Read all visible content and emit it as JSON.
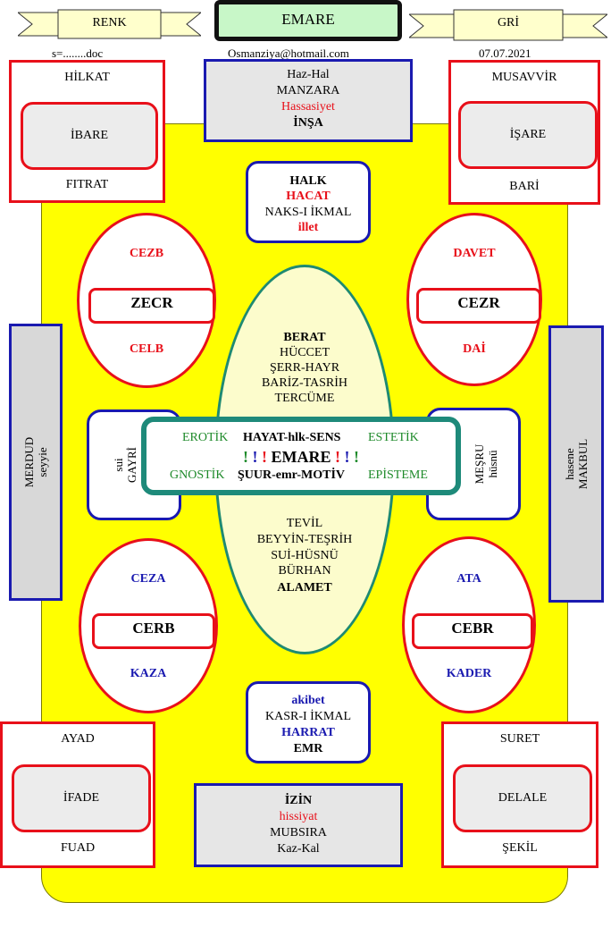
{
  "header": {
    "left_banner": "RENK",
    "center": "EMARE",
    "right_banner": "GRİ",
    "file": "s=........doc",
    "email": "Osmanziya@hotmail.com",
    "date": "07.07.2021"
  },
  "top_left": {
    "top": "HİLKAT",
    "inner": "İBARE",
    "bottom": "FITRAT"
  },
  "top_right": {
    "top": "MUSAVVİR",
    "inner": "İŞARE",
    "bottom": "BARİ"
  },
  "bottom_left": {
    "top": "AYAD",
    "inner": "İFADE",
    "bottom": "FUAD"
  },
  "bottom_right": {
    "top": "SURET",
    "inner": "DELALE",
    "bottom": "ŞEKİL"
  },
  "top_center": [
    "Haz-Hal",
    "MANZARA",
    "Hassasiyet",
    "İNŞA"
  ],
  "bottom_center": [
    "İZİN",
    "hissiyat",
    "MUBSIRA",
    "Kaz-Kal"
  ],
  "upper_mid": [
    "HALK",
    "HACAT",
    "NAKS-I İKMAL",
    "illet"
  ],
  "lower_mid": [
    "akibet",
    "KASR-I İKMAL",
    "HARRAT",
    "EMR"
  ],
  "oval_tl": {
    "top": "CEZB",
    "pill": "ZECR",
    "bottom": "CELB"
  },
  "oval_tr": {
    "top": "DAVET",
    "pill": "CEZR",
    "bottom": "DAİ"
  },
  "oval_bl": {
    "top": "CEZA",
    "pill": "CERB",
    "bottom": "KAZA"
  },
  "oval_br": {
    "top": "ATA",
    "pill": "CEBR",
    "bottom": "KADER"
  },
  "big_oval_upper": [
    "BERAT",
    "HÜCCET",
    "ŞERR-HAYR",
    "BARİZ-TASRİH",
    "TERCÜME"
  ],
  "big_oval_lower": [
    "TEVİL",
    "BEYYİN-TEŞRİH",
    "SUİ-HÜSNÜ",
    "BÜRHAN",
    "ALAMET"
  ],
  "side_left": {
    "main": "MERDUD",
    "sub": "seyyie"
  },
  "side_right": {
    "main": "MAKBUL",
    "sub": "hasene"
  },
  "mid_left": {
    "a": "sui",
    "b": "GAYRİ"
  },
  "mid_right": {
    "a": "MEŞRU",
    "b": "hüsnü"
  },
  "center": {
    "row1_left": "EROTİK",
    "row1_mid": "HAYAT-hlk-SENS",
    "row1_right": "ESTETİK",
    "row2_excl_left": "! ! !",
    "row2_mid": "EMARE",
    "row2_excl_right": "! ! !",
    "row3_left": "GNOSTİK",
    "row3_mid": "ŞUUR-emr-MOTİV",
    "row3_right": "EPİSTEME"
  }
}
